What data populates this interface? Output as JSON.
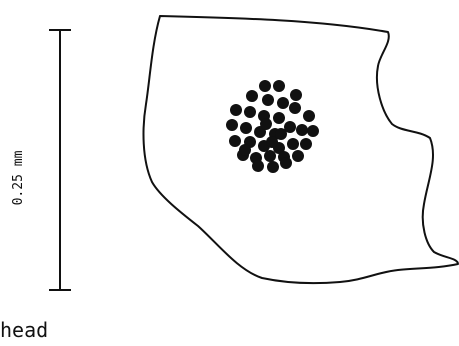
{
  "scale_bar": {
    "label": "0.25 mm"
  },
  "caption": "head",
  "colors": {
    "ink": "#111111",
    "background": "#ffffff"
  },
  "cluster": {
    "dot_count": 37
  }
}
